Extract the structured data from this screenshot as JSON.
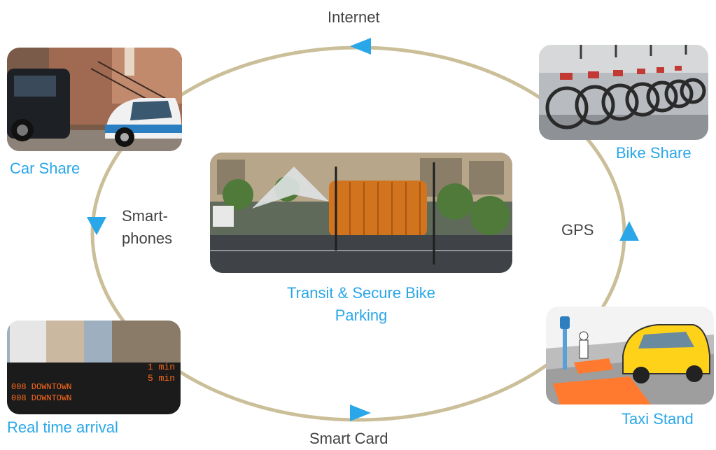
{
  "diagram": {
    "ring_color": "#cbbf99",
    "arrow_color": "#2aa7e8",
    "label_color": "#2aa7e8",
    "connector_labels": {
      "internet": "Internet",
      "smartphones_line1": "Smart-",
      "smartphones_line2": "phones",
      "gps": "GPS",
      "smart_card": "Smart Card"
    },
    "nodes": {
      "car_share": "Car Share",
      "bike_share": "Bike Share",
      "transit_line1": "Transit & Secure Bike",
      "transit_line2": "Parking",
      "real_time_line1": "Real time arrival",
      "taxi_stand": "Taxi Stand"
    },
    "sign_text": {
      "row1_route": "008 DOWNTOWN",
      "row1_time": "1 min",
      "row2_route": "008 DOWNTOWN",
      "row2_time": "5 min"
    },
    "icons": [
      "arrow-left-icon",
      "arrow-down-icon",
      "arrow-up-icon",
      "arrow-right-icon"
    ]
  }
}
